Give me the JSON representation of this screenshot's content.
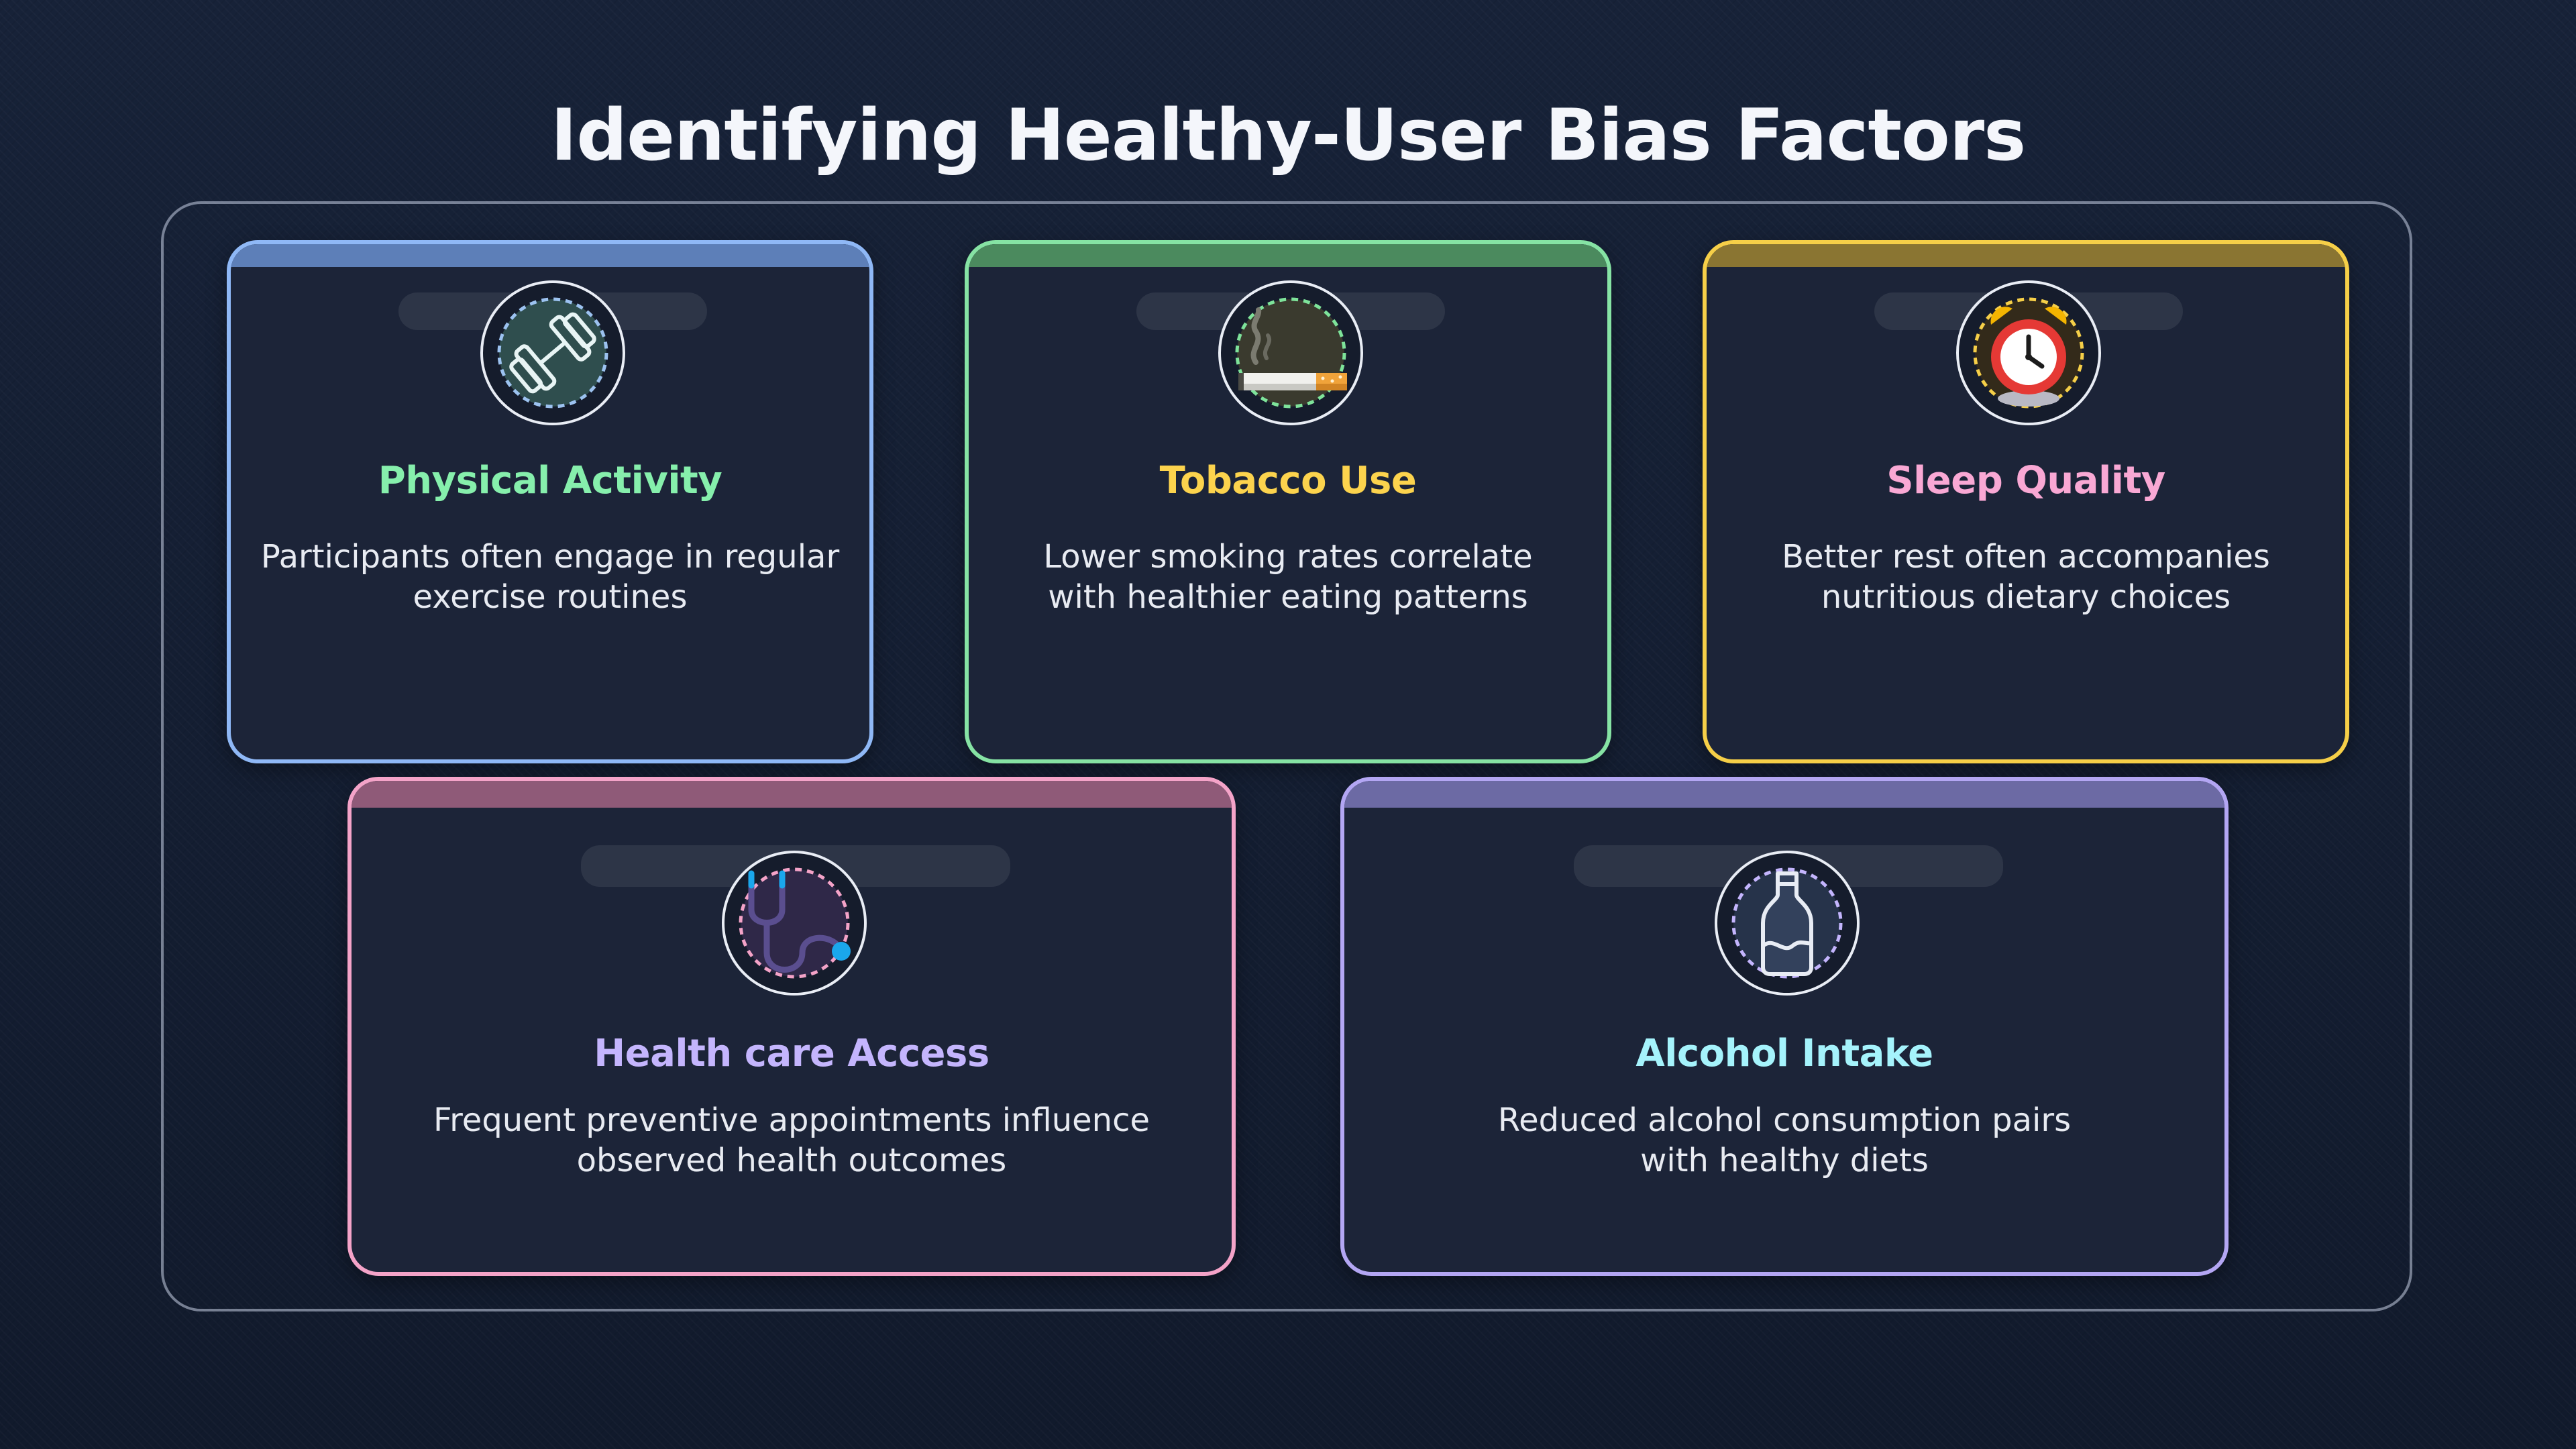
{
  "title": "Identifying Healthy-User Bias Factors",
  "cards": [
    {
      "title": "Physical Activity",
      "line1": "Participants often engage in regular",
      "line2": "exercise routines",
      "icon": "dumbbell-icon",
      "accent": "#8fb8f6",
      "title_color": "#86efac"
    },
    {
      "title": "Tobacco Use",
      "line1": "Lower smoking rates correlate",
      "line2": "with healthier eating patterns",
      "icon": "cigarette-icon",
      "accent": "#86e3a4",
      "title_color": "#fcd34d"
    },
    {
      "title": "Sleep Quality",
      "line1": "Better rest often accompanies",
      "line2": "nutritious dietary choices",
      "icon": "alarm-clock-icon",
      "accent": "#f6cf48",
      "title_color": "#f9a8d4"
    },
    {
      "title": "Health care Access",
      "line1": "Frequent preventive appointments influence",
      "line2": "observed health outcomes",
      "icon": "stethoscope-icon",
      "accent": "#f4a3c8",
      "title_color": "#c4b5fd"
    },
    {
      "title": "Alcohol Intake",
      "line1": "Reduced alcohol consumption pairs",
      "line2": "with healthy diets",
      "icon": "bottle-icon",
      "accent": "#b3a6f3",
      "title_color": "#a5f3fc"
    }
  ]
}
